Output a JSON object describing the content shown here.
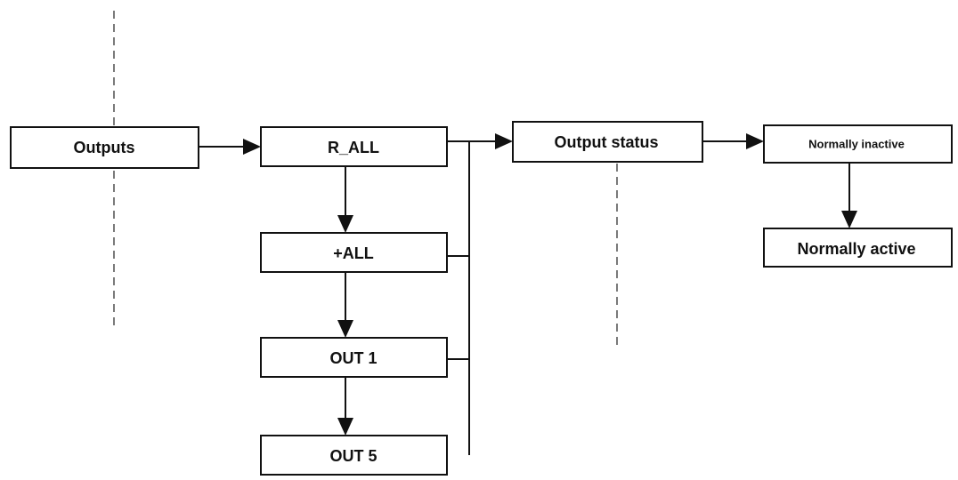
{
  "diagram": {
    "nodes": {
      "outputs": "Outputs",
      "r_all": "R_ALL",
      "plus_all": "+ALL",
      "out1": "OUT 1",
      "out5": "OUT 5",
      "output_status": "Output status",
      "normally_inactive": "Normally inactive",
      "normally_active": "Normally active"
    },
    "edges": [
      {
        "from": "Outputs",
        "to": "R_ALL"
      },
      {
        "from": "R_ALL",
        "to": "+ALL"
      },
      {
        "from": "+ALL",
        "to": "OUT 1"
      },
      {
        "from": "OUT 1",
        "to": "OUT 5"
      },
      {
        "from": [
          "R_ALL",
          "+ALL",
          "OUT 1"
        ],
        "to": "Output status"
      },
      {
        "from": "Output status",
        "to": "Normally inactive"
      },
      {
        "from": "Normally inactive",
        "to": "Normally active"
      }
    ]
  }
}
